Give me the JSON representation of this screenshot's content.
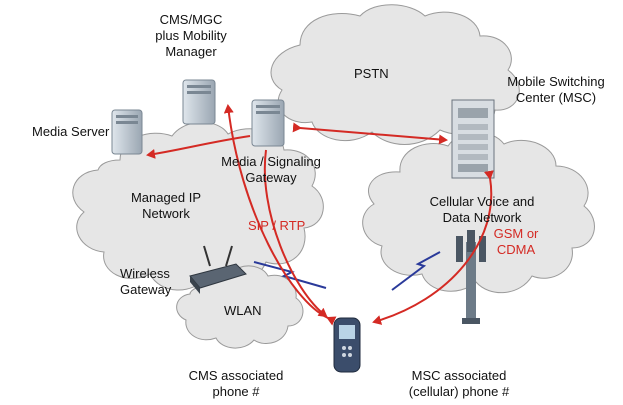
{
  "diagram": {
    "colors": {
      "cloud_fill": "#e6e6e6",
      "cloud_stroke": "#9a9a9a",
      "arrow": "#d42a24",
      "radio_link": "#2a3a9a",
      "device": "#b9c3cc",
      "text": "#111111"
    },
    "labels": {
      "cms_mgc": "CMS/MGC\nplus Mobility\nManager",
      "pstn": "PSTN",
      "msc": "Mobile Switching\nCenter (MSC)",
      "media_server": "Media Server",
      "media_gateway": "Media / Signaling\nGateway",
      "managed_ip": "Managed IP\nNetwork",
      "cellular": "Cellular Voice and\nData Network",
      "sip_rtp": "SIP / RTP",
      "gsm_cdma": "GSM or\nCDMA",
      "wireless_gateway": "Wireless\nGateway",
      "wlan": "WLAN",
      "cms_phone": "CMS associated\nphone #",
      "msc_phone": "MSC associated\n(cellular) phone #"
    }
  }
}
